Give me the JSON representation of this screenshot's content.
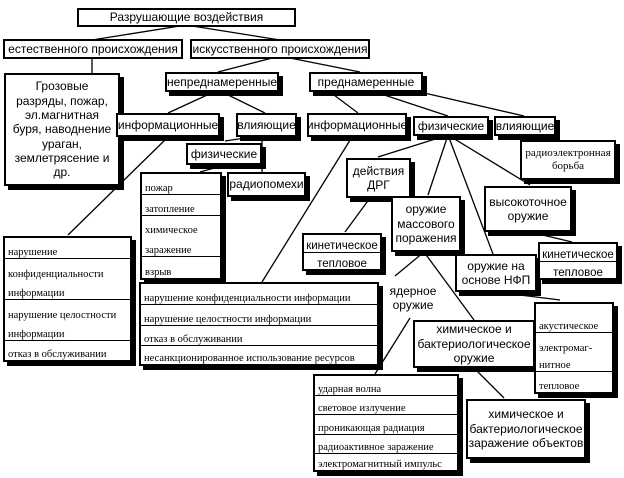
{
  "root": "Разрушающие воздействия",
  "natural": "естественного происхождения",
  "natural_examples": [
    "Грозовые",
    "разряды, пожар,",
    "эл.магнитная",
    "буря, наводнение",
    "ураган,",
    "землетрясение и",
    "др."
  ],
  "artificial": "искусственного происхождения",
  "unintentional": "непреднамеренные",
  "intentional": "преднамеренные",
  "info_unintentional": "информационные",
  "influencing_unintentional": "влияющие",
  "physical_unintentional": "физические",
  "radio_interference": "радиопомехи",
  "info_intentional": "информационные",
  "physical_intentional": "физические",
  "influencing_intentional": "влияющие",
  "radioelectronic": [
    "радиоэлектронная",
    "борьба"
  ],
  "drg_actions": [
    "действия",
    "ДРГ"
  ],
  "mass_weapon": [
    "оружие",
    "массового",
    "поражения"
  ],
  "precision_weapon": [
    "высокоточное",
    "оружие"
  ],
  "nfp_weapon": [
    "оружие на",
    "основе НФП"
  ],
  "nuclear_weapon": [
    "ядерное",
    "оружие"
  ],
  "chem_bio_weapon": [
    "химическое и",
    "бактериологическое",
    "оружие"
  ],
  "chem_bio_contamination": [
    "химическое и",
    "бактериологическое",
    "заражение объектов"
  ],
  "list_info_threats_1": [
    "нарушение",
    "конфиденциальности",
    "информации",
    "нарушение целостности",
    "информации",
    "отказ в обслуживании"
  ],
  "list_physical_1": [
    "пожар",
    "затопление",
    "химическое",
    "заражение",
    "взрыв"
  ],
  "list_info_threats_2": [
    "нарушение конфиденциальности информации",
    "нарушение целостности информации",
    "отказ в обслуживании",
    "несанкционированное использование ресурсов"
  ],
  "list_drg": [
    "кинетическое",
    "тепловое"
  ],
  "list_precision": [
    "кинетическое",
    "тепловое"
  ],
  "list_nfp": [
    "акустическое",
    "электромаг-",
    "нитное",
    "тепловое"
  ],
  "list_nuclear": [
    "ударная волна",
    "световое излучение",
    "проникающая радиация",
    "радиоактивное заражение",
    "электромагнитный импульс"
  ]
}
